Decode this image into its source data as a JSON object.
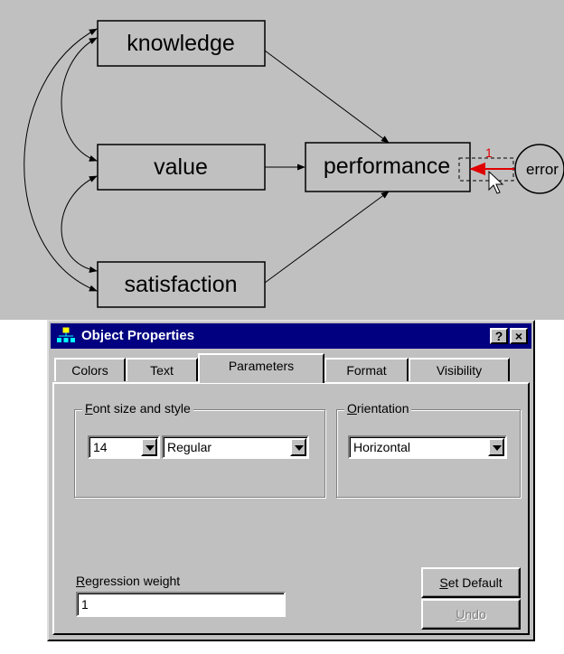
{
  "diagram": {
    "observed_vars": [
      "knowledge",
      "value",
      "satisfaction",
      "performance"
    ],
    "error_var": "error",
    "error_weight": "1"
  },
  "dialog": {
    "title": "Object Properties",
    "help_glyph": "?",
    "close_glyph": "×",
    "tabs": [
      "Colors",
      "Text",
      "Parameters",
      "Format",
      "Visibility"
    ],
    "active_tab": "Parameters",
    "font_group": {
      "label_mnemonic": "F",
      "label_rest": "ont size and style",
      "size": "14",
      "style": "Regular"
    },
    "orientation_group": {
      "label_mnemonic": "O",
      "label_rest": "rientation",
      "value": "Horizontal"
    },
    "regression": {
      "label_mnemonic": "R",
      "label_rest": "egression weight",
      "value": "1"
    },
    "set_default_button": {
      "mnemonic": "S",
      "rest": "et Default"
    },
    "undo_button": {
      "mnemonic": "U",
      "rest": "ndo"
    }
  },
  "colors": {
    "canvas": "#c0c0c0",
    "title_bar": "#000080",
    "weight_red": "#e00000"
  },
  "icons": [
    "diagram-icon",
    "help-icon",
    "close-icon",
    "dropdown-arrow-icon",
    "mouse-pointer-icon"
  ]
}
